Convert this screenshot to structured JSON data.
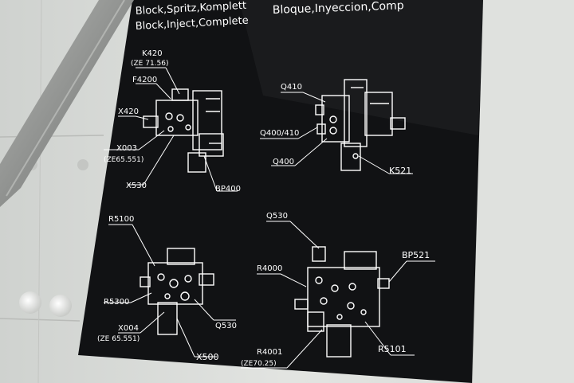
{
  "plate": {
    "header": {
      "line1_left": "Block,Spritz,Komplett",
      "line1_right": "Bloque,Inyeccion,Comp",
      "line2_left": "Block,Inject,Complete"
    },
    "labels": {
      "k420": "K420",
      "ze7156": "(ZE 71.56)",
      "f4200": "F4200",
      "x420": "X420",
      "x003": "X003",
      "ze6555a": "(ZE65.551)",
      "x530": "X530",
      "bp400": "BP400",
      "q410": "Q410",
      "q400410": "Q400/410",
      "q400": "Q400",
      "k521": "K521",
      "r5100": "R5100",
      "r5300": "R5300",
      "x004": "X004",
      "ze6555b": "(ZE 65.551)",
      "x500": "X500",
      "q530a": "Q530",
      "q530b": "Q530",
      "bp521": "BP521",
      "r4000": "R4000",
      "r4001": "R4001",
      "ze7025": "(ZE70.25)",
      "r5101": "R5101"
    }
  },
  "colors": {
    "plate": "#111214",
    "line": "#ffffff",
    "wall": "#d6d8d5",
    "pipe": "#9a9c9a"
  }
}
